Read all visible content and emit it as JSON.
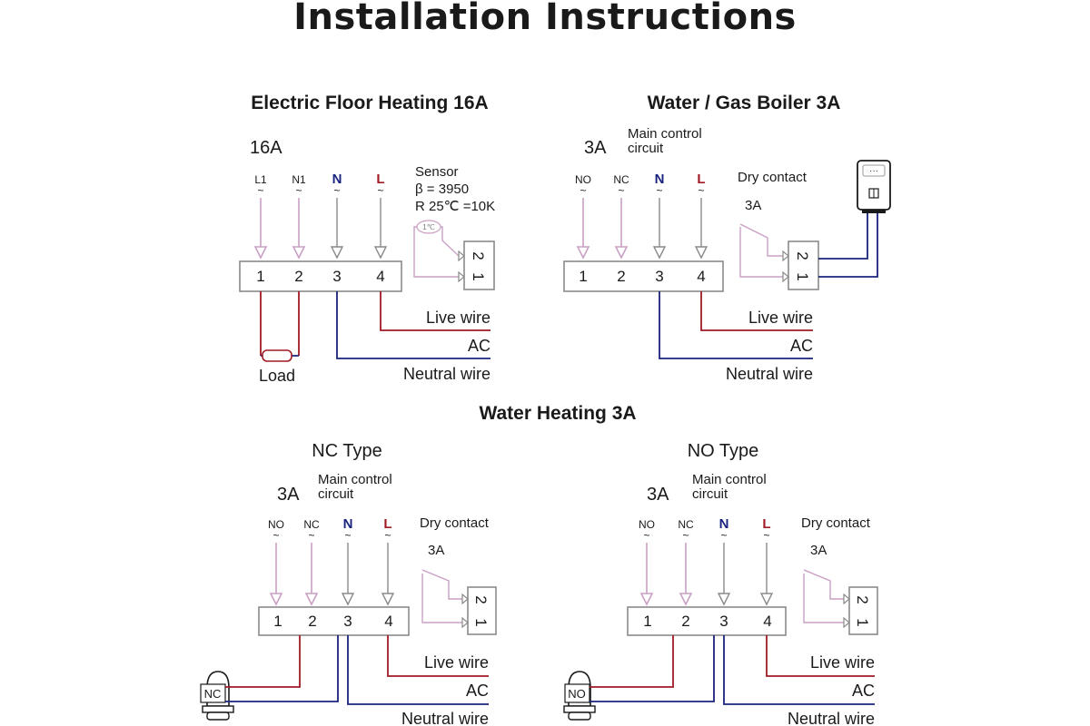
{
  "title": "Installation Instructions",
  "colors": {
    "pink": "#c9a0c4",
    "live": "#a11a24",
    "neutral": "#1a237e",
    "ink": "#1a1a1a",
    "box": "#8a8a8a"
  },
  "floor": {
    "heading": "Electric Floor Heating 16A",
    "rating": "16A",
    "terms": [
      "L1",
      "N1",
      "N",
      "L"
    ],
    "tilde": "~",
    "nums": [
      "1",
      "2",
      "3",
      "4"
    ],
    "sensor": [
      "Sensor",
      "β = 3950",
      "R 25℃ =10K"
    ],
    "sensor_chip": "1℃",
    "port": [
      "2",
      "1"
    ],
    "live": "Live wire",
    "ac": "AC",
    "neutral": "Neutral wire",
    "load": "Load"
  },
  "boiler": {
    "heading": "Water / Gas Boiler 3A",
    "rating": "3A",
    "main": [
      "Main control",
      "circuit"
    ],
    "terms": [
      "NO",
      "NC",
      "N",
      "L"
    ],
    "tilde": "~",
    "nums": [
      "1",
      "2",
      "3",
      "4"
    ],
    "dry": "Dry contact",
    "dry_rating": "3A",
    "port": [
      "2",
      "1"
    ],
    "boiler_dots": "···",
    "live": "Live wire",
    "ac": "AC",
    "neutral": "Neutral wire"
  },
  "water_heading": "Water Heating 3A",
  "nc": {
    "heading": "NC Type",
    "rating": "3A",
    "main": [
      "Main control",
      "circuit"
    ],
    "terms": [
      "NO",
      "NC",
      "N",
      "L"
    ],
    "tilde": "~",
    "nums": [
      "1",
      "2",
      "3",
      "4"
    ],
    "dry": "Dry contact",
    "dry_rating": "3A",
    "port": [
      "2",
      "1"
    ],
    "valve": "NC",
    "live": "Live wire",
    "ac": "AC",
    "neutral": "Neutral wire"
  },
  "no": {
    "heading": "NO Type",
    "rating": "3A",
    "main": [
      "Main control",
      "circuit"
    ],
    "terms": [
      "NO",
      "NC",
      "N",
      "L"
    ],
    "tilde": "~",
    "nums": [
      "1",
      "2",
      "3",
      "4"
    ],
    "dry": "Dry contact",
    "dry_rating": "3A",
    "port": [
      "2",
      "1"
    ],
    "valve": "NO",
    "live": "Live wire",
    "ac": "AC",
    "neutral": "Neutral wire"
  }
}
